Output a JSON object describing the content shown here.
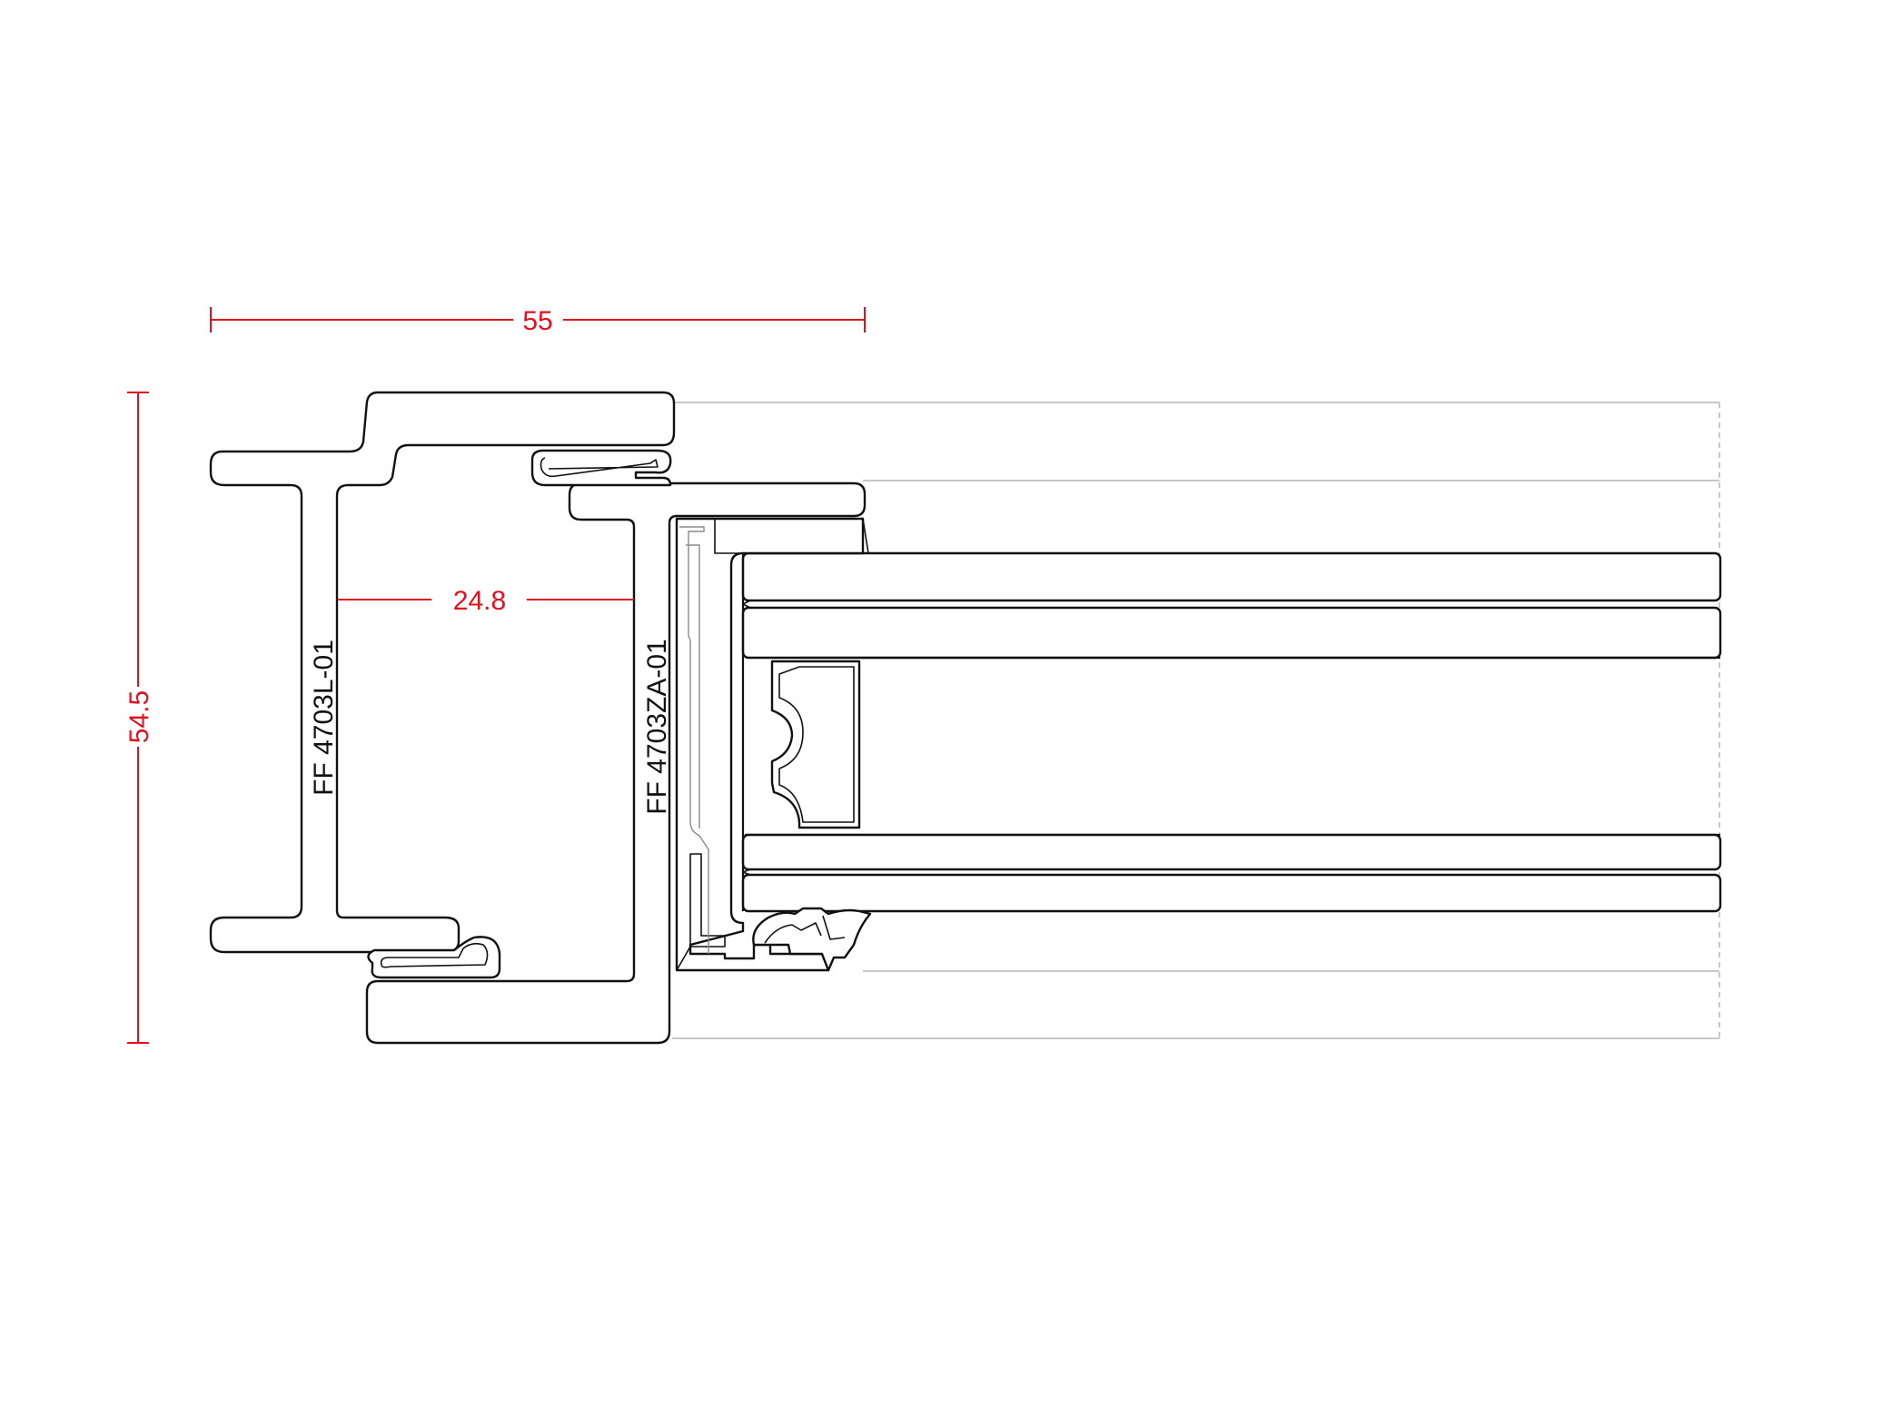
{
  "colors": {
    "dimension": "#e3101f",
    "outline": "#111111",
    "hidden_lines": "#b5b5b5",
    "background": "#ffffff"
  },
  "dimensions": {
    "overall_width": "55",
    "overall_height": "54.5",
    "inner_width": "24.8"
  },
  "parts": {
    "frame_profile": "FF 4703L-01",
    "sash_profile": "FF 4703ZA-01"
  }
}
